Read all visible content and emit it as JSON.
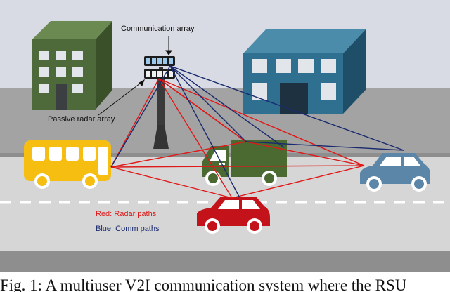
{
  "labels": {
    "communication_array": "Communication array",
    "passive_radar_array": "Passive radar array",
    "red_legend": "Red: Radar paths",
    "blue_legend": "Blue: Comm paths"
  },
  "caption": "Fig. 1: A multiuser V2I communication system where the RSU",
  "colors": {
    "sky": "#d8dbe3",
    "wall": "#a3a3a3",
    "road": "#d6d6d6",
    "road_edge": "#8e8e8e",
    "radar_path": "#e01818",
    "comm_path": "#1a2a6e",
    "left_building": "#4f6a3a",
    "right_building": "#2f6f8f",
    "bus": "#f5be10",
    "truck": "#4a6a32",
    "red_car": "#c4121a",
    "blue_car": "#5b86a8"
  },
  "icons": [
    "building-icon",
    "building-icon",
    "antenna-tower-icon",
    "bus-icon",
    "truck-icon",
    "car-icon",
    "car-icon"
  ]
}
